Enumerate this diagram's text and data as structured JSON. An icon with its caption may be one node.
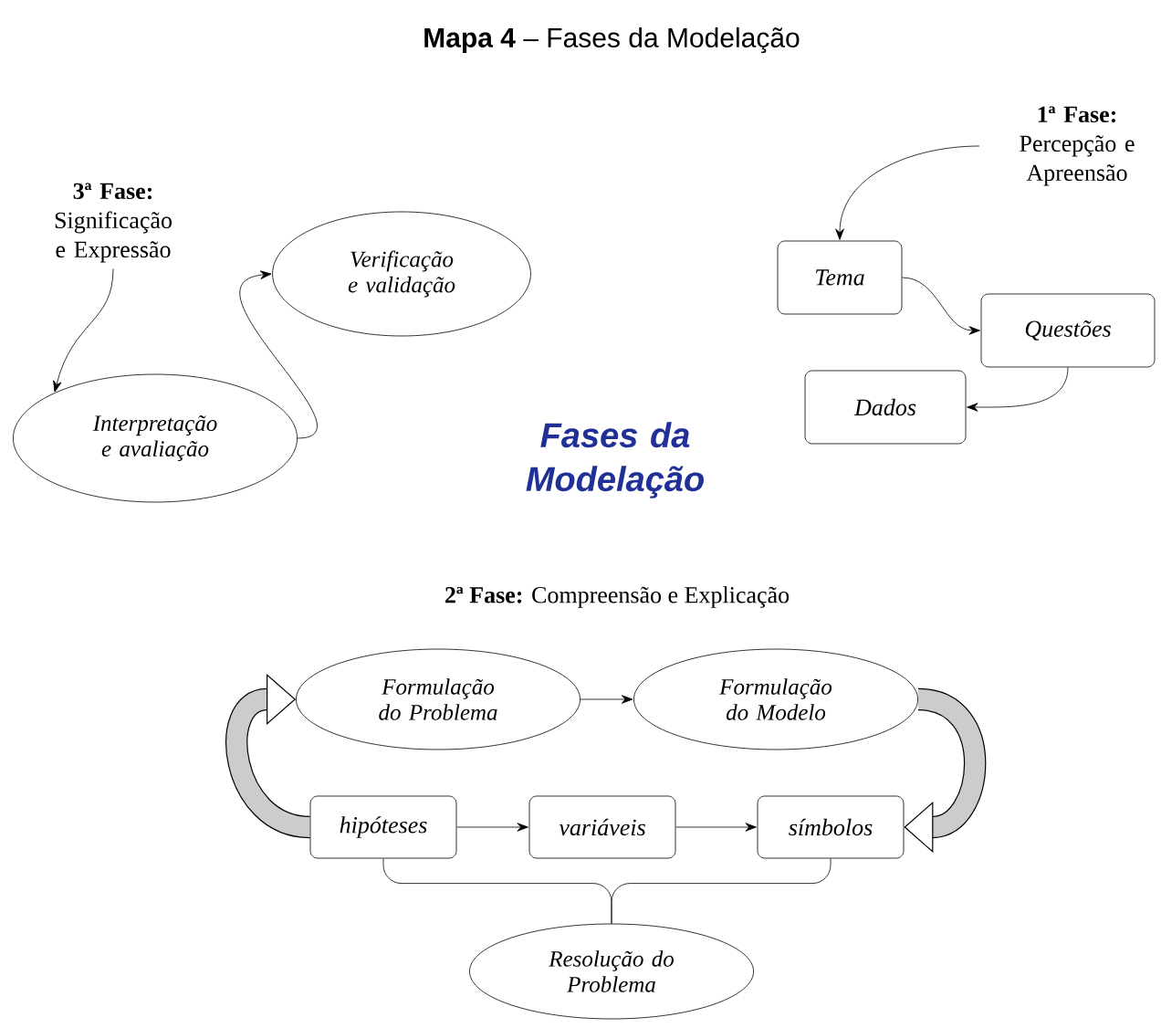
{
  "diagram": {
    "title": "**Mapa 4** – Fases da Modelação",
    "nodes": [
      {
        "text": [
          "3ª Fase:",
          "Significação e Expressão"
        ]
      },
      {
        "text": [
          "Interpretação e avaliação"
        ]
      },
      {
        "text": [
          "Verificação e validação"
        ]
      },
      {
        "text": [
          "1ª Fase:",
          "Percepção e Apreensão"
        ]
      },
      {
        "text": [
          "Tema"
        ]
      },
      {
        "text": [
          "Questões"
        ]
      },
      {
        "text": [
          "Dados"
        ]
      },
      {
        "text": [
          "Formulação do Problema"
        ]
      },
      {
        "text": [
          "Formulação do Modelo"
        ]
      },
      {
        "text": [
          "hipóteses"
        ]
      },
      {
        "text": [
          "variáveis"
        ]
      },
      {
        "text": [
          "símbolos"
        ]
      },
      {
        "text": [
          "Resolução do Problema"
        ]
      }
    ],
    "edges": [
      {
        "from": 0,
        "to": 1,
        "arrow": "to"
      },
      {
        "from": 1,
        "to": 2,
        "arrow": "to"
      },
      {
        "from": 3,
        "to": 4,
        "arrow": "to"
      },
      {
        "from": 4,
        "to": 5,
        "arrow": "to"
      },
      {
        "from": 5,
        "to": 6,
        "arrow": "to"
      },
      {
        "from": 7,
        "to": 8,
        "arrow": "to"
      },
      {
        "from": 8,
        "to": 11,
        "arrow": "to",
        "style": "thick"
      },
      {
        "from": 9,
        "to": 10,
        "arrow": "to"
      },
      {
        "from": 10,
        "to": 11,
        "arrow": "to"
      },
      {
        "from": 9,
        "to": 7,
        "arrow": "to",
        "style": "thick"
      },
      {
        "from": 9,
        "to": 12,
        "arrow": "none"
      },
      {
        "from": 11,
        "to": 12,
        "arrow": "none"
      }
    ],
    "labels": [
      "Fases da Modelação",
      "**2ª Fase:** Compreensão e Explicação"
    ]
  }
}
